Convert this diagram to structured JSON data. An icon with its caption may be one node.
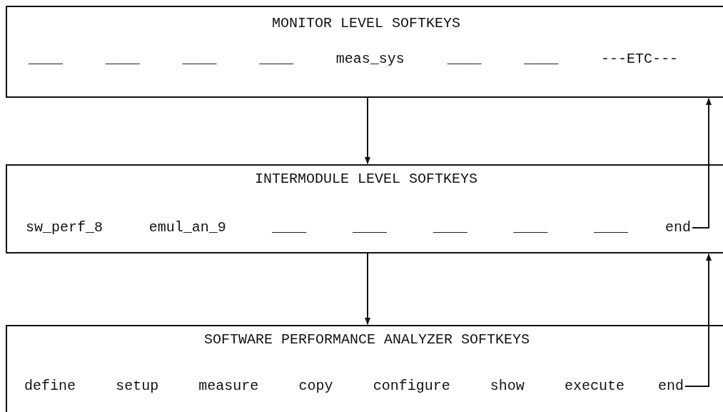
{
  "diagram": {
    "nodes": [
      {
        "text": [
          "MONITOR LEVEL SOFTKEYS",
          "____ ____ ____ ____ meas_sys ____ ____ ---ETC---"
        ]
      },
      {
        "text": [
          "INTERMODULE LEVEL SOFTKEYS",
          "sw_perf_8 emul_an_9 ____ ____ ____ ____ ____"
        ]
      },
      {
        "text": [
          "end"
        ],
        "in": 1
      },
      {
        "text": [
          "SOFTWARE PERFORMANCE ANALYZER SOFTKEYS",
          "define setup measure copy configure show execute"
        ]
      },
      {
        "text": [
          "end"
        ],
        "in": 3
      }
    ],
    "edges": [
      {
        "from": 0,
        "to": 1,
        "arrow": "to"
      },
      {
        "from": 2,
        "to": 0,
        "arrow": "to"
      },
      {
        "from": 1,
        "to": 3,
        "arrow": "to"
      },
      {
        "from": 4,
        "to": 1,
        "arrow": "to"
      }
    ]
  }
}
